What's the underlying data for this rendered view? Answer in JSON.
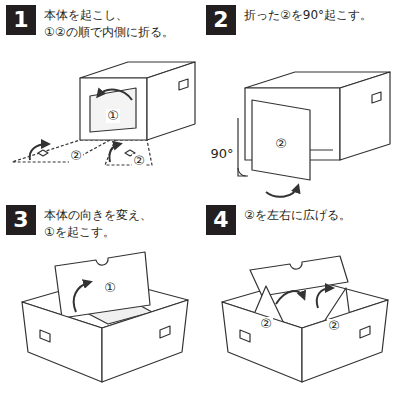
{
  "diagram": {
    "nodes": [
      {
        "text": [
          "1",
          "本体を起こし、①②の順で内側に折る。"
        ]
      },
      {
        "text": [
          "2",
          "折った②を90°起こす。"
        ]
      },
      {
        "text": [
          "3",
          "本体の向きを変え、①を起こす。"
        ]
      },
      {
        "text": [
          "4",
          "②を左右に広げる。"
        ]
      }
    ],
    "labels": [
      "①",
      "②",
      "②",
      "②",
      "90°",
      "①",
      "②",
      "②"
    ]
  }
}
